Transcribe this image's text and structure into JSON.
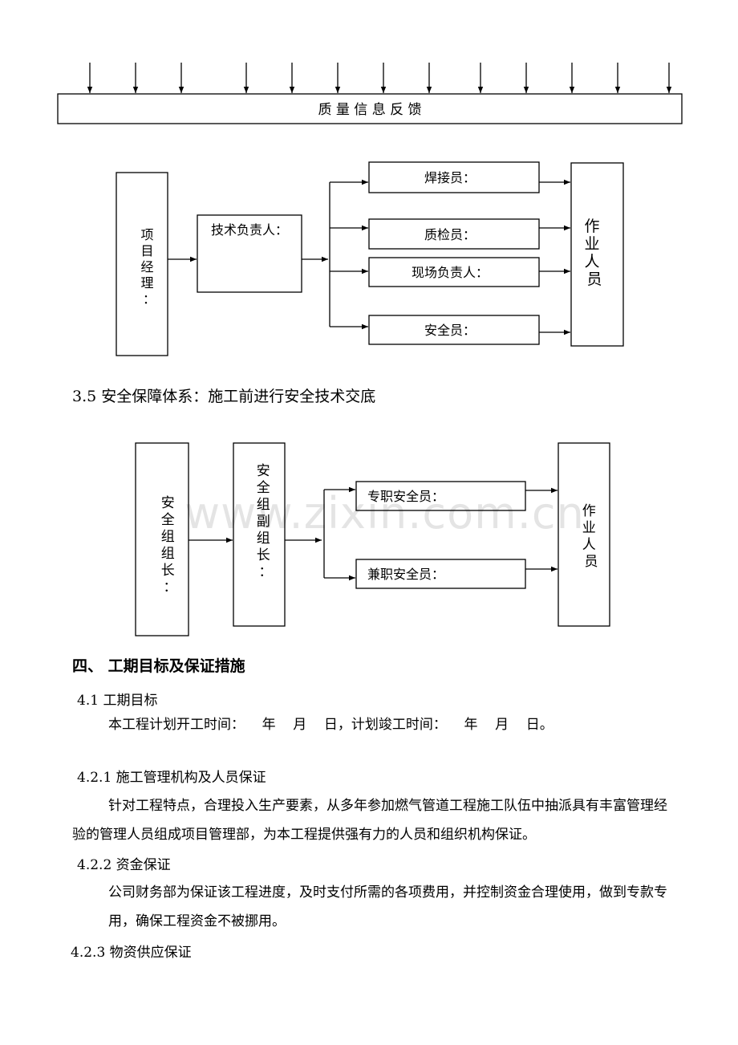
{
  "feedback_bar": {
    "label": "质 量 信 息 反 馈"
  },
  "quality_chart": {
    "manager": [
      "项",
      "目",
      "经",
      "理",
      "："
    ],
    "tech_lead": "技术负责人：",
    "roles": [
      "焊接员：",
      "质检员：",
      "现场负责人：",
      "安全员："
    ],
    "workers": [
      "作",
      "业",
      "人",
      "员"
    ]
  },
  "safety_section": {
    "heading": "3.5 安全保障体系：施工前进行安全技术交底"
  },
  "safety_chart": {
    "leader": [
      "安",
      "全",
      "组",
      "组",
      "长",
      "："
    ],
    "deputy": [
      "安",
      "全",
      "组",
      "副",
      "组",
      "长",
      "："
    ],
    "roles": [
      "专职安全员：",
      "兼职安全员："
    ],
    "workers": [
      "作",
      "业",
      "人",
      "员"
    ]
  },
  "watermark": "www.zixin.com.cn",
  "section4": {
    "heading": "四、 工期目标及保证措施",
    "s41_title": "4.1 工期目标",
    "s41_text": "本工程计划开工时间：    年    月    日，计划竣工时间：    年    月    日。",
    "s421_title": "4.2.1 施工管理机构及人员保证",
    "s421_text": "针对工程特点，合理投入生产要素，从多年参加燃气管道工程施工队伍中抽派具有丰富管理经验的管理人员组成项目管理部，为本工程提供强有力的人员和组织机构保证。",
    "s422_title": "4.2.2 资金保证",
    "s422_text": "公司财务部为保证该工程进度，及时支付所需的各项费用，并控制资金合理使用，做到专款专用，确保工程资金不被挪用。",
    "s423_title": "4.2.3 物资供应保证"
  }
}
